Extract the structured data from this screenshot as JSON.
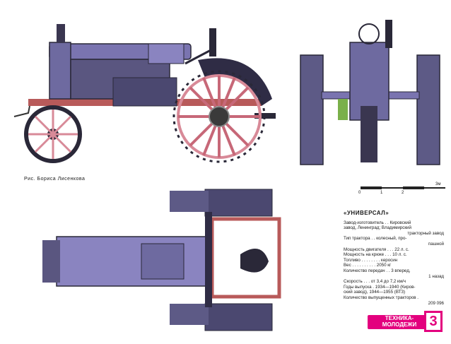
{
  "caption": "Рис. Бориса Лисенкова",
  "scale": {
    "labels": [
      "0",
      "1",
      "2",
      "3м"
    ]
  },
  "spec": {
    "title": "«УНИВЕРСАЛ»",
    "rows": [
      "Завод-изготовитель . . Кировский",
      "завод, Ленинград; Владимирский",
      "тракторный завод",
      "Тип трактора . . колесный, про-",
      "пашной",
      "Мощность двигателя . . . 22 л. с.",
      "Мощность на крюке . . . 10 л. с.",
      "Топливо . . . . . . . . керосин",
      "Вес . . . . . . . . . . 2050 кг",
      "Количество передач . . 3 вперед,",
      "1 назад",
      "Скорость . . . от 3,4 до 7,2 км/ч",
      "Годы выпуска . 1934—1940 (Киров-",
      "ский завод), 1944—1955 (ВТЗ)",
      "Количество выпущенных тракторов .",
      "209 096"
    ]
  },
  "logo": {
    "line1": "ТЕХНИКА-",
    "line2": "МОЛОДЕЖИ"
  },
  "page_number": "3",
  "colors": {
    "body": "#6e6aa0",
    "frame": "#b85a5a",
    "rim": "#d88a98",
    "dark": "#2a2838",
    "accent": "#e3007e"
  }
}
